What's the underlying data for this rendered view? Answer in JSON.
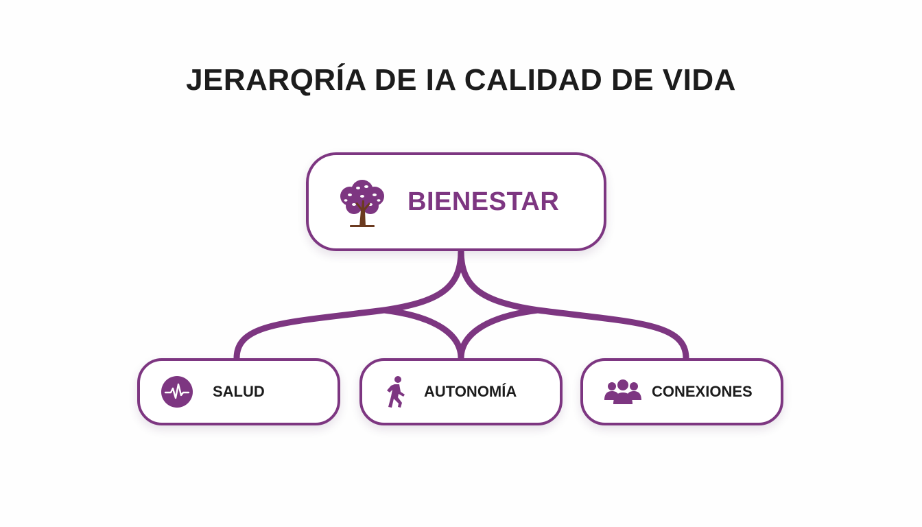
{
  "title": "JERARQRÍA DE IA CALIDAD DE VIDA",
  "root": {
    "label": "BIENESTAR",
    "icon": "tree-icon"
  },
  "children": [
    {
      "label": "SALUD",
      "icon": "heartbeat-icon"
    },
    {
      "label": "AUTONOMÍA",
      "icon": "walking-person-icon"
    },
    {
      "label": "CONEXIONES",
      "icon": "group-people-icon"
    }
  ],
  "colors": {
    "accent": "#7d3681",
    "trunk": "#6b3a1f",
    "text": "#1c1c1c"
  }
}
